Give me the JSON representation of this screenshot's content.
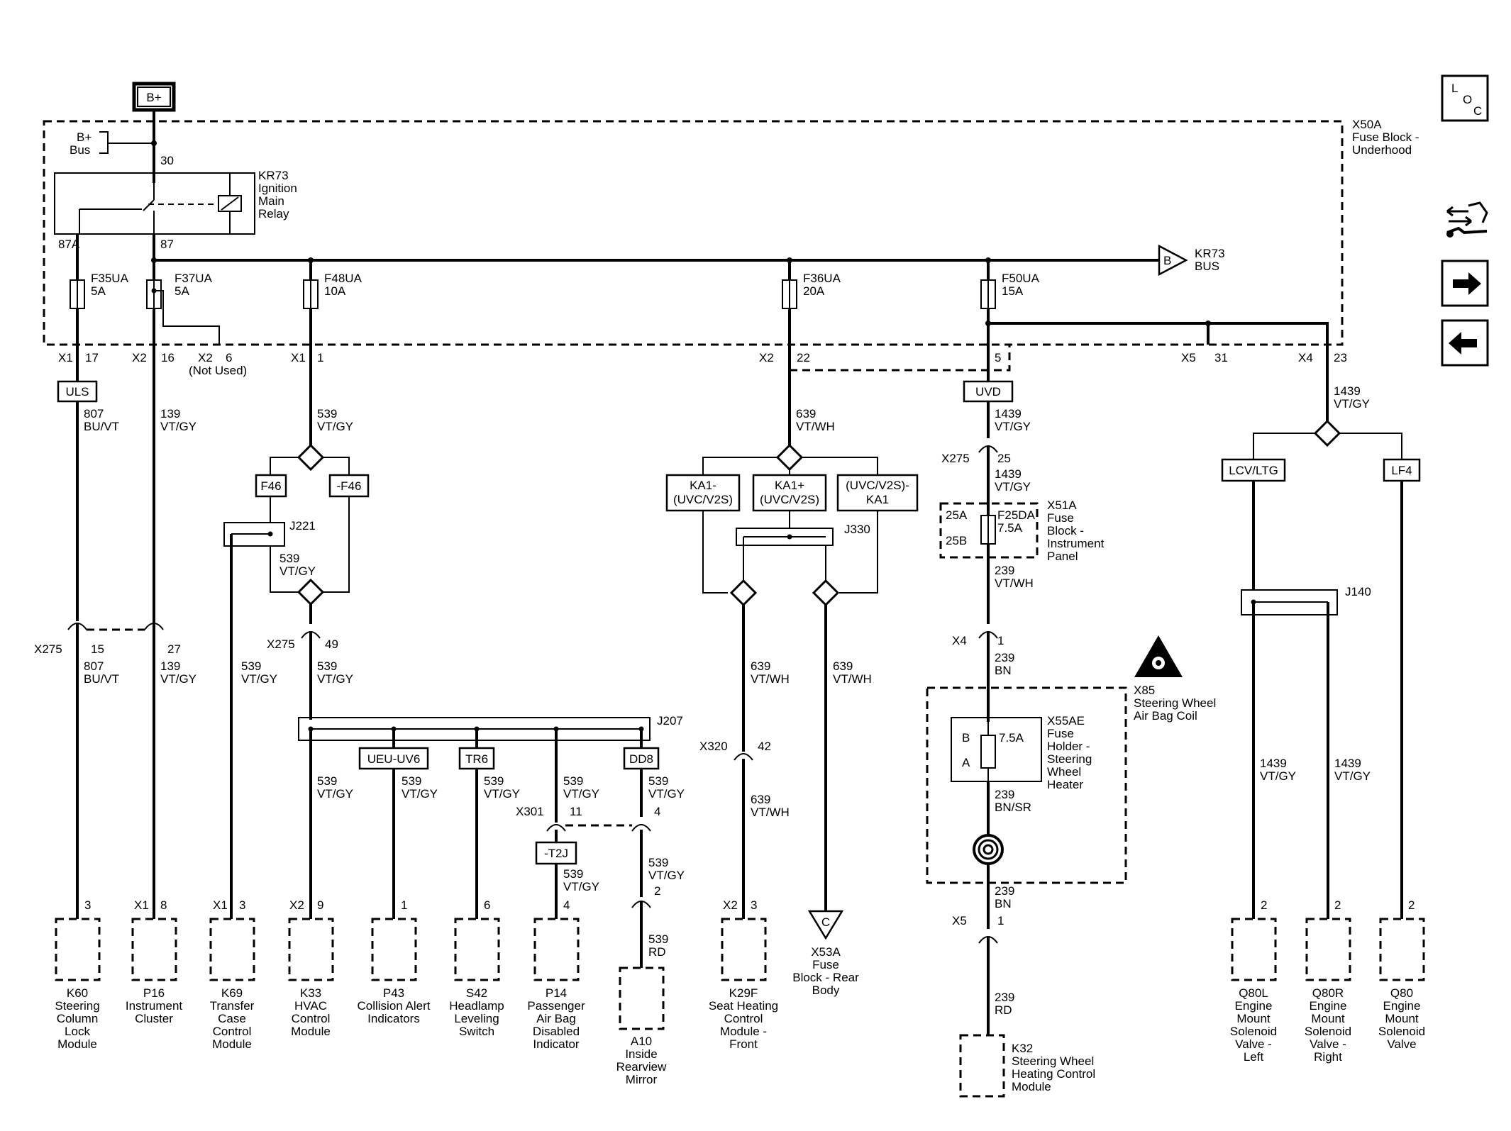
{
  "source": {
    "label": "B+"
  },
  "bus": {
    "label1": "B+",
    "label2": "Bus"
  },
  "fuse_block": {
    "title1": "X50A",
    "title2": "Fuse Block -",
    "title3": "Underhood"
  },
  "relay": {
    "l1": "KR73",
    "l2": "Ignition",
    "l3": "Main",
    "l4": "Relay",
    "pin30": "30",
    "pin87a": "87A",
    "pin87": "87"
  },
  "kr73_bus": {
    "flag": "B",
    "l1": "KR73",
    "l2": "BUS"
  },
  "fuses": [
    {
      "name": "F35UA",
      "rating": "5A"
    },
    {
      "name": "F37UA",
      "rating": "5A"
    },
    {
      "name": "F48UA",
      "rating": "10A"
    },
    {
      "name": "F36UA",
      "rating": "20A"
    },
    {
      "name": "F50UA",
      "rating": "15A"
    }
  ],
  "connectors": {
    "x1a": "X1",
    "p17": "17",
    "x2a": "X2",
    "p16": "16",
    "x2b": "X2",
    "p6": "6",
    "not_used": "(Not Used)",
    "x1b": "X1",
    "p1": "1",
    "x2c": "X2",
    "p22": "22",
    "p5": "5",
    "x5a": "X5",
    "p31": "31",
    "x4a": "X4",
    "p23": "23"
  },
  "options": {
    "uls": "ULS",
    "f46": "F46",
    "nf46": "-F46",
    "ka1m_1": "KA1-",
    "ka1m_2": "(UVC/V2S)",
    "ka1p_1": "KA1+",
    "ka1p_2": "(UVC/V2S)",
    "uvc_1": "(UVC/V2S)-",
    "uvc_2": "KA1",
    "uvd": "UVD",
    "lcv": "LCV/LTG",
    "lf4": "LF4",
    "ueu": "UEU-UV6",
    "tr6": "TR6",
    "dd8": "DD8",
    "t2j": "-T2J"
  },
  "wires": {
    "w807a": "807",
    "c807a": "BU/VT",
    "w139a": "139",
    "c139a": "VT/GY",
    "w539a": "539",
    "c539a": "VT/GY",
    "w639a": "639",
    "c639a": "VT/WH",
    "w1439a": "1439",
    "c1439a": "VT/GY",
    "w1439b": "1439",
    "c1439b": "VT/GY",
    "w1439c": "1439",
    "c1439c": "VT/GY",
    "w239a": "239",
    "c239a": "VT/WH",
    "w539b": "539",
    "c539b": "VT/GY",
    "w807b": "807",
    "c807b": "BU/VT",
    "w139b": "139",
    "c139b": "VT/GY",
    "w539c": "539",
    "c539c": "VT/GY",
    "w539d": "539",
    "c539d": "VT/GY",
    "w639b": "639",
    "c639b": "VT/WH",
    "w639c": "639",
    "c639c": "VT/WH",
    "w239b": "239",
    "c239b": "BN",
    "w539e": "539",
    "c539e": "VT/GY",
    "w539f": "539",
    "c539f": "VT/GY",
    "w539g": "539",
    "c539g": "VT/GY",
    "w539h": "539",
    "c539h": "VT/GY",
    "w539i": "539",
    "c539i": "VT/GY",
    "w539j": "539",
    "c539j": "VT/GY",
    "w539k": "539",
    "c539k": "VT/GY",
    "w639d": "639",
    "c639d": "VT/WH",
    "w239c": "239",
    "c239c": "BN/SR",
    "w1439d": "1439",
    "c1439d": "VT/GY",
    "w1439e": "1439",
    "c1439e": "VT/GY",
    "w539l": "539",
    "c539l": "RD",
    "w239d": "239",
    "c239d": "BN",
    "w239e": "239",
    "c239e": "RD"
  },
  "inline": {
    "x275a": "X275",
    "p25": "25",
    "x275b": "X275",
    "p15": "15",
    "p27": "27",
    "x275c": "X275",
    "p49": "49",
    "x4b": "X4",
    "p1b": "1",
    "x320": "X320",
    "p42": "42",
    "x301": "X301",
    "p11": "11",
    "p4a": "4",
    "p2": "2",
    "x5b": "X5",
    "p1c": "1"
  },
  "splices": {
    "j221": "J221",
    "j330": "J330",
    "j207": "J207",
    "j140": "J140"
  },
  "x51a": {
    "pin25a": "25A",
    "pin25b": "25B",
    "fuse": "F25DA",
    "rating": "7.5A",
    "l1": "X51A",
    "l2": "Fuse",
    "l3": "Block -",
    "l4": "Instrument",
    "l5": "Panel"
  },
  "x85": {
    "l1": "X85",
    "l2": "Steering Wheel",
    "l3": "Air Bag Coil"
  },
  "x55ae": {
    "pinB": "B",
    "pinA": "A",
    "rating": "7.5A",
    "l1": "X55AE",
    "l2": "Fuse",
    "l3": "Holder -",
    "l4": "Steering",
    "l5": "Wheel",
    "l6": "Heater"
  },
  "components": {
    "k60": {
      "pin": "3",
      "l1": "K60",
      "l2": "Steering",
      "l3": "Column",
      "l4": "Lock",
      "l5": "Module"
    },
    "p16": {
      "conn": "X1",
      "pin": "8",
      "l1": "P16",
      "l2": "Instrument",
      "l3": "Cluster"
    },
    "k69": {
      "conn": "X1",
      "pin": "3",
      "l1": "K69",
      "l2": "Transfer",
      "l3": "Case",
      "l4": "Control",
      "l5": "Module"
    },
    "k33": {
      "conn": "X2",
      "pin": "9",
      "l1": "K33",
      "l2": "HVAC",
      "l3": "Control",
      "l4": "Module"
    },
    "p43": {
      "pin": "1",
      "l1": "P43",
      "l2": "Collision Alert",
      "l3": "Indicators"
    },
    "s42": {
      "pin": "6",
      "l1": "S42",
      "l2": "Headlamp",
      "l3": "Leveling",
      "l4": "Switch"
    },
    "p14": {
      "pin": "4",
      "l1": "P14",
      "l2": "Passenger",
      "l3": "Air Bag",
      "l4": "Disabled",
      "l5": "Indicator"
    },
    "a10": {
      "l1": "A10",
      "l2": "Inside",
      "l3": "Rearview",
      "l4": "Mirror"
    },
    "k29f": {
      "conn": "X2",
      "pin": "3",
      "l1": "K29F",
      "l2": "Seat Heating",
      "l3": "Control",
      "l4": "Module -",
      "l5": "Front"
    },
    "x53a": {
      "flag": "C",
      "l1": "X53A",
      "l2": "Fuse",
      "l3": "Block - Rear",
      "l4": "Body"
    },
    "k32": {
      "l1": "K32",
      "l2": "Steering Wheel",
      "l3": "Heating Control",
      "l4": "Module"
    },
    "q80l": {
      "pin": "2",
      "l1": "Q80L",
      "l2": "Engine",
      "l3": "Mount",
      "l4": "Solenoid",
      "l5": "Valve -",
      "l6": "Left"
    },
    "q80r": {
      "pin": "2",
      "l1": "Q80R",
      "l2": "Engine",
      "l3": "Mount",
      "l4": "Solenoid",
      "l5": "Valve -",
      "l6": "Right"
    },
    "q80": {
      "pin": "2",
      "l1": "Q80",
      "l2": "Engine",
      "l3": "Mount",
      "l4": "Solenoid",
      "l5": "Valve"
    }
  },
  "nav": {
    "loc_l": "L",
    "loc_o": "O",
    "loc_c": "C"
  }
}
